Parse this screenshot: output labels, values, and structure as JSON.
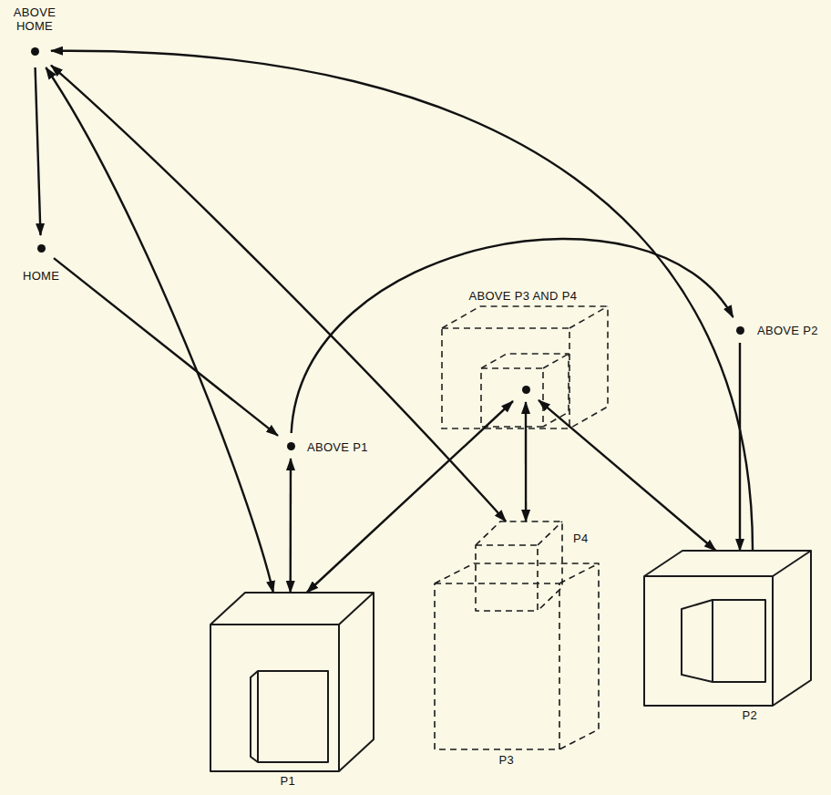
{
  "diagram": {
    "nodes": [
      {
        "text": [
          "ABOVE HOME"
        ]
      },
      {
        "text": [
          "HOME"
        ]
      },
      {
        "text": [
          "ABOVE P3 AND P4"
        ]
      },
      {
        "text": [
          "ABOVE P2"
        ]
      },
      {
        "text": [
          "ABOVE P1"
        ]
      },
      {
        "text": [
          "P4"
        ]
      },
      {
        "text": [
          "P3"
        ]
      },
      {
        "text": [
          "P2"
        ]
      },
      {
        "text": [
          "P1"
        ]
      }
    ],
    "edges": [
      {
        "from": 0,
        "to": 1,
        "arrow": "to"
      },
      {
        "from": 1,
        "to": 4,
        "arrow": "to"
      },
      {
        "from": 4,
        "to": 8,
        "arrow": "both"
      },
      {
        "from": 4,
        "to": 3,
        "arrow": "to"
      },
      {
        "from": 3,
        "to": 7,
        "arrow": "to"
      },
      {
        "from": 7,
        "to": 0,
        "arrow": "to"
      },
      {
        "from": 8,
        "to": 0,
        "arrow": "both"
      },
      {
        "from": 5,
        "to": 0,
        "arrow": "both"
      },
      {
        "from": 2,
        "to": 8,
        "arrow": "both"
      },
      {
        "from": 2,
        "to": 5,
        "arrow": "both"
      },
      {
        "from": 2,
        "to": 7,
        "arrow": "both"
      }
    ]
  }
}
